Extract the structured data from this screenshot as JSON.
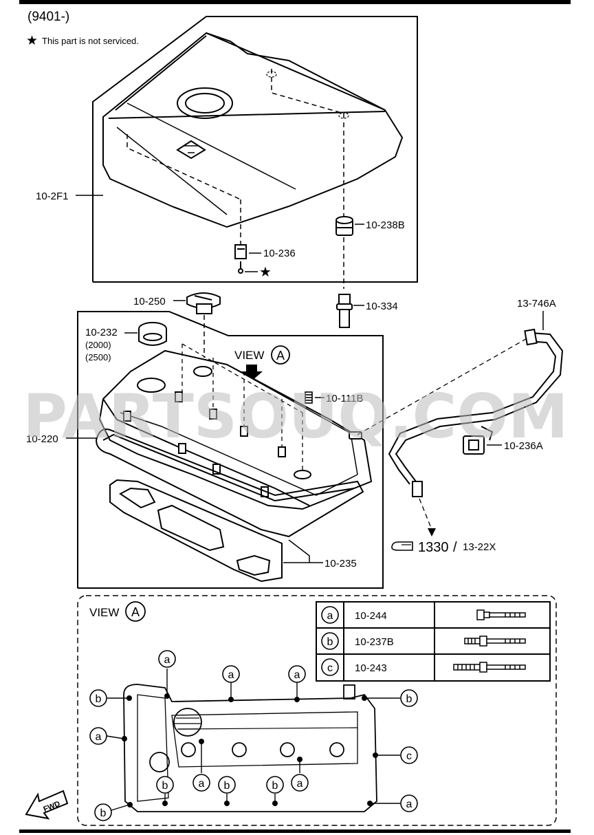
{
  "header": {
    "code": "(9401-)",
    "note": "This part is not serviced."
  },
  "watermark": "PARTSOUQ.COM",
  "parts": {
    "engine_cover": "10-2F1",
    "insulator": "10-238B",
    "clip": "10-236",
    "oil_cap": "10-250",
    "stud": "10-334",
    "hose": "13-746A",
    "plug": "10-232",
    "plug_note_1": "(2000)",
    "plug_note_2": "(2500)",
    "cylinder_head_cover": "10-220",
    "pin": "10-111B",
    "bracket": "10-236A",
    "ref_fig": "1330",
    "ref_sep": "/",
    "ref_sub": "13-22X",
    "gasket": "10-235"
  },
  "view": {
    "word": "VIEW",
    "letter": "A"
  },
  "legend": [
    {
      "key": "a",
      "part": "10-244"
    },
    {
      "key": "b",
      "part": "10-237B"
    },
    {
      "key": "c",
      "part": "10-243"
    }
  ],
  "fwd": "FWD",
  "bolt_callouts": {
    "a": "a",
    "b": "b",
    "c": "c"
  }
}
